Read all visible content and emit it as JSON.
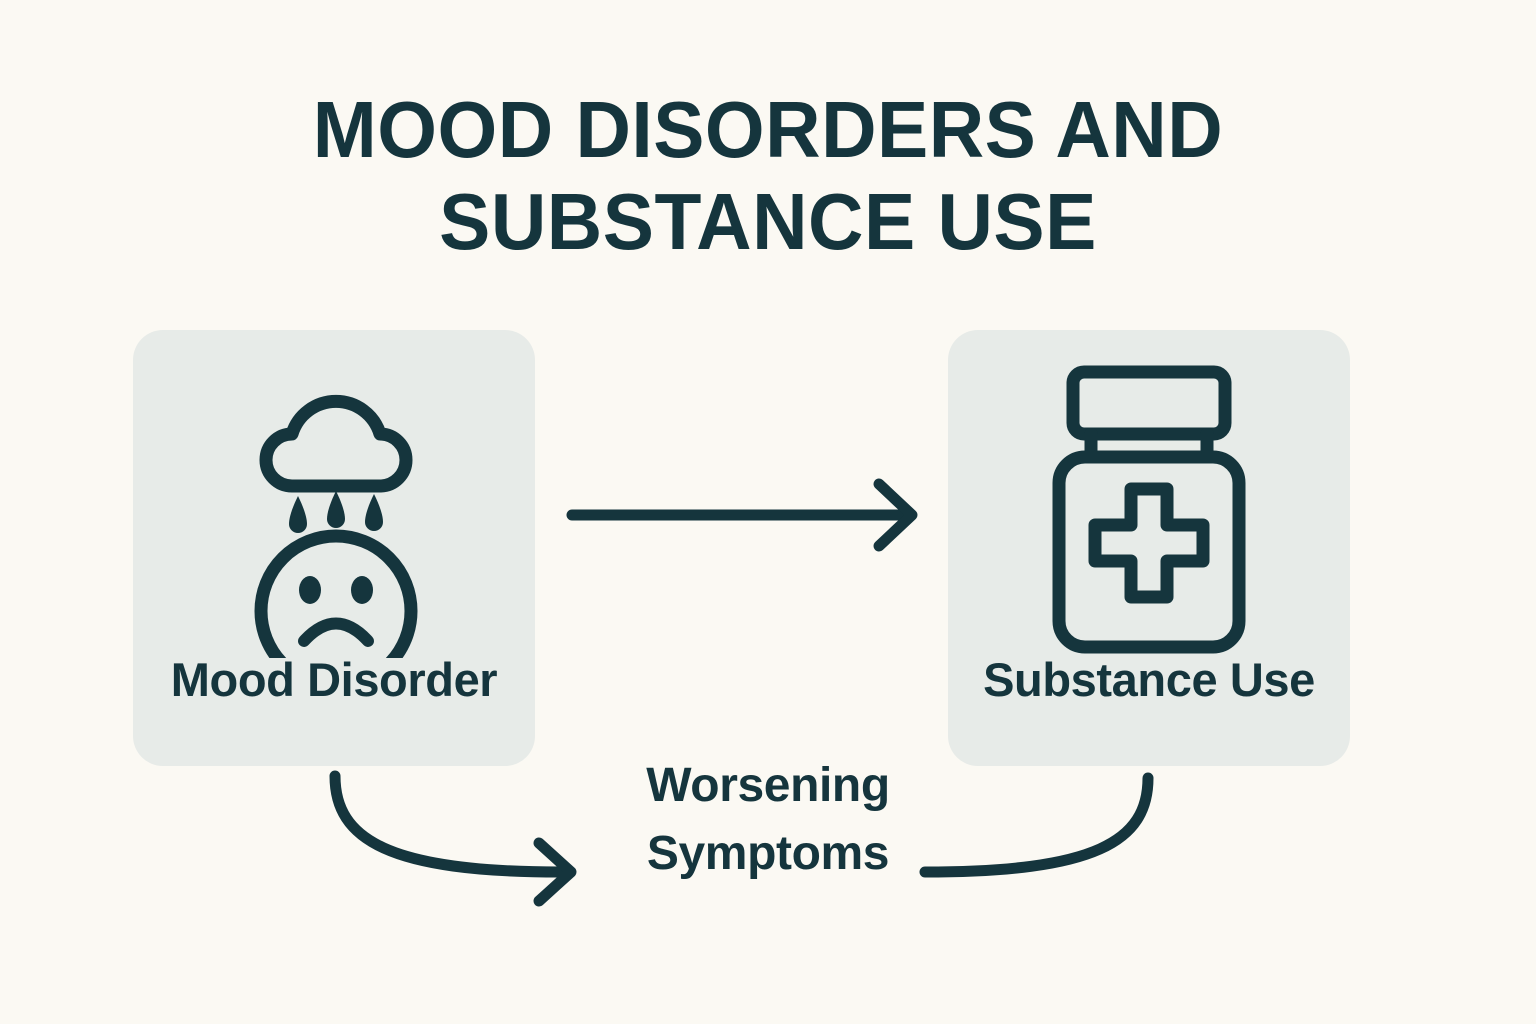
{
  "page": {
    "background_color": "#fbf9f3",
    "accent_color": "#15353d",
    "card_color": "#e7ebe8"
  },
  "title": {
    "line1": "MOOD DISORDERS AND",
    "line2": "SUBSTANCE USE",
    "full": "MOOD DISORDERS AND SUBSTANCE USE"
  },
  "cards": {
    "mood": {
      "label": "Mood Disorder",
      "icon": "rain-cloud-sad-face-icon"
    },
    "substance": {
      "label": "Substance Use",
      "icon": "pill-bottle-icon"
    }
  },
  "caption": {
    "line1": "Worsening",
    "line2": "Symptoms",
    "full": "Worsening Symptoms"
  },
  "connectors": {
    "main_arrow": "arrow-right-icon",
    "feedback_arrow_left": "curved-arrow-down-right-icon",
    "feedback_line_right": "curved-line-down-left-icon"
  }
}
